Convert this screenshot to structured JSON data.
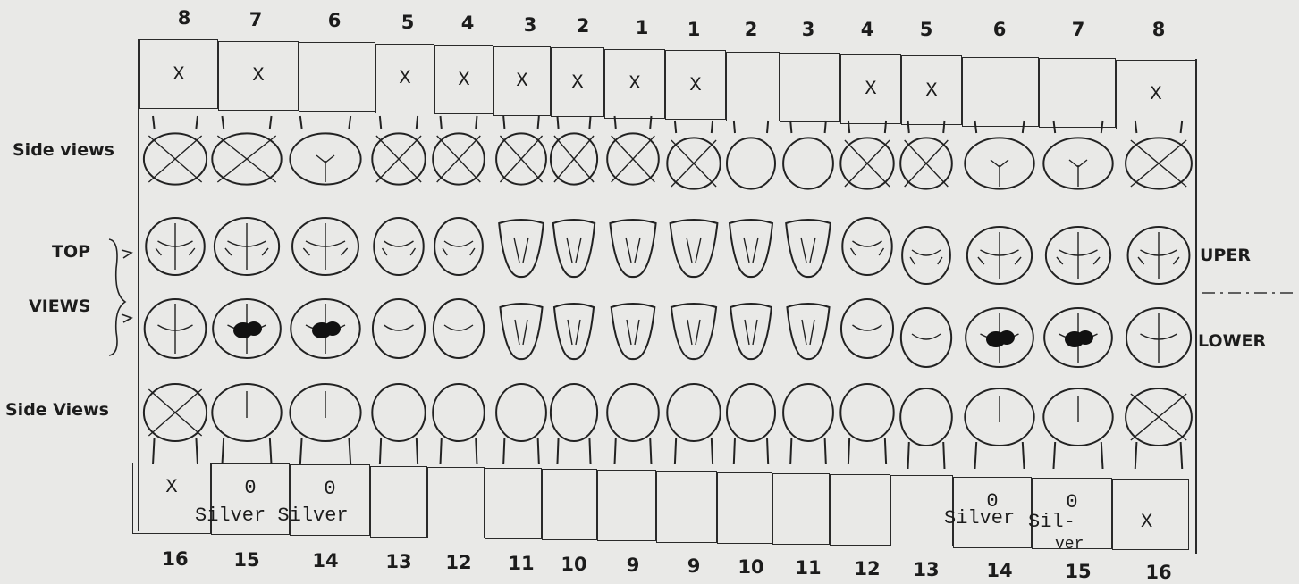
{
  "upper_numbers": [
    "8",
    "7",
    "6",
    "5",
    "4",
    "3",
    "2",
    "1",
    "1",
    "2",
    "3",
    "4",
    "5",
    "6",
    "7",
    "8"
  ],
  "lower_numbers": [
    "16",
    "15",
    "14",
    "13",
    "12",
    "11",
    "10",
    "9",
    "9",
    "10",
    "11",
    "12",
    "13",
    "14",
    "15",
    "16"
  ],
  "upper_marks": [
    "X",
    "X",
    "",
    "X",
    "X",
    "X",
    "X",
    "X",
    "X",
    "",
    "",
    "X",
    "X",
    "",
    "",
    "X"
  ],
  "lower_marks": [
    "X",
    "0",
    "0",
    "",
    "",
    "",
    "",
    "",
    "",
    "",
    "",
    "",
    "",
    "0",
    "0",
    ""
  ],
  "lower_notes": {
    "left": "Silver Silver",
    "right_a": "Silver",
    "right_b": "Sil-",
    "right_c": "ver",
    "right_x": "X"
  },
  "labels": {
    "side_views_upper": "Side views",
    "top": "TOP",
    "views": "VIEWS",
    "side_views_lower": "Side Views",
    "uper": "UPER",
    "lower": "LOWER"
  }
}
